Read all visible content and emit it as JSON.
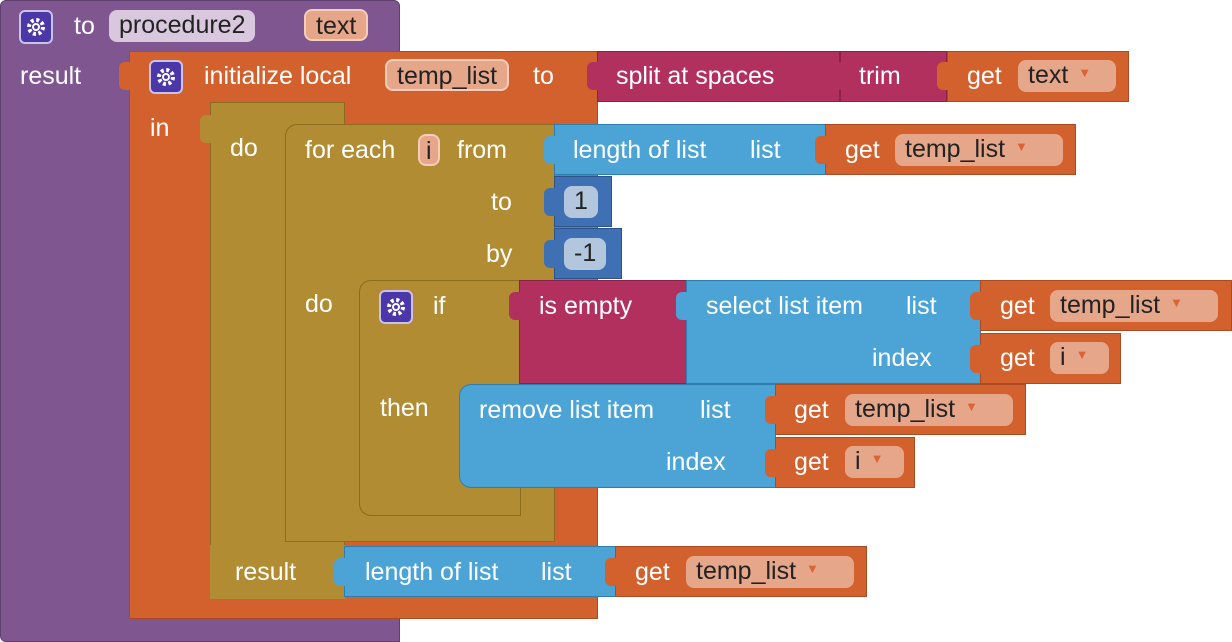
{
  "colors": {
    "procedure": "#7f5690",
    "local_var": "#d3612d",
    "text": "#b2305e",
    "control": "#b18c32",
    "lists": "#4ba3d6",
    "math": "#3f70b4",
    "getter": "#d3612d"
  },
  "procedure": {
    "to": "to",
    "name": "procedure2",
    "param": "text",
    "result_label": "result"
  },
  "init_local": {
    "label": "initialize local",
    "var": "temp_list",
    "to": "to",
    "in": "in"
  },
  "split": {
    "label": "split at spaces"
  },
  "trim": {
    "label": "trim"
  },
  "get_text": {
    "get": "get",
    "var": "text"
  },
  "do_block": {
    "do": "do",
    "result": "result"
  },
  "for_each": {
    "label": "for each",
    "var": "i",
    "from": "from",
    "to": "to",
    "by": "by",
    "do": "do"
  },
  "length_list_1": {
    "label": "length of list",
    "list": "list"
  },
  "get_temp_1": {
    "get": "get",
    "var": "temp_list"
  },
  "num_to": "1",
  "num_by": "-1",
  "if_block": {
    "if": "if",
    "then": "then"
  },
  "is_empty": {
    "label": "is empty"
  },
  "select_item": {
    "label": "select list item",
    "list": "list",
    "index": "index"
  },
  "get_temp_2": {
    "get": "get",
    "var": "temp_list"
  },
  "get_i_1": {
    "get": "get",
    "var": "i"
  },
  "remove_item": {
    "label": "remove list item",
    "list": "list",
    "index": "index"
  },
  "get_temp_3": {
    "get": "get",
    "var": "temp_list"
  },
  "get_i_2": {
    "get": "get",
    "var": "i"
  },
  "length_list_2": {
    "label": "length of list",
    "list": "list"
  },
  "get_temp_4": {
    "get": "get",
    "var": "temp_list"
  },
  "icons": [
    "gear-icon",
    "dropdown-arrow-icon"
  ]
}
